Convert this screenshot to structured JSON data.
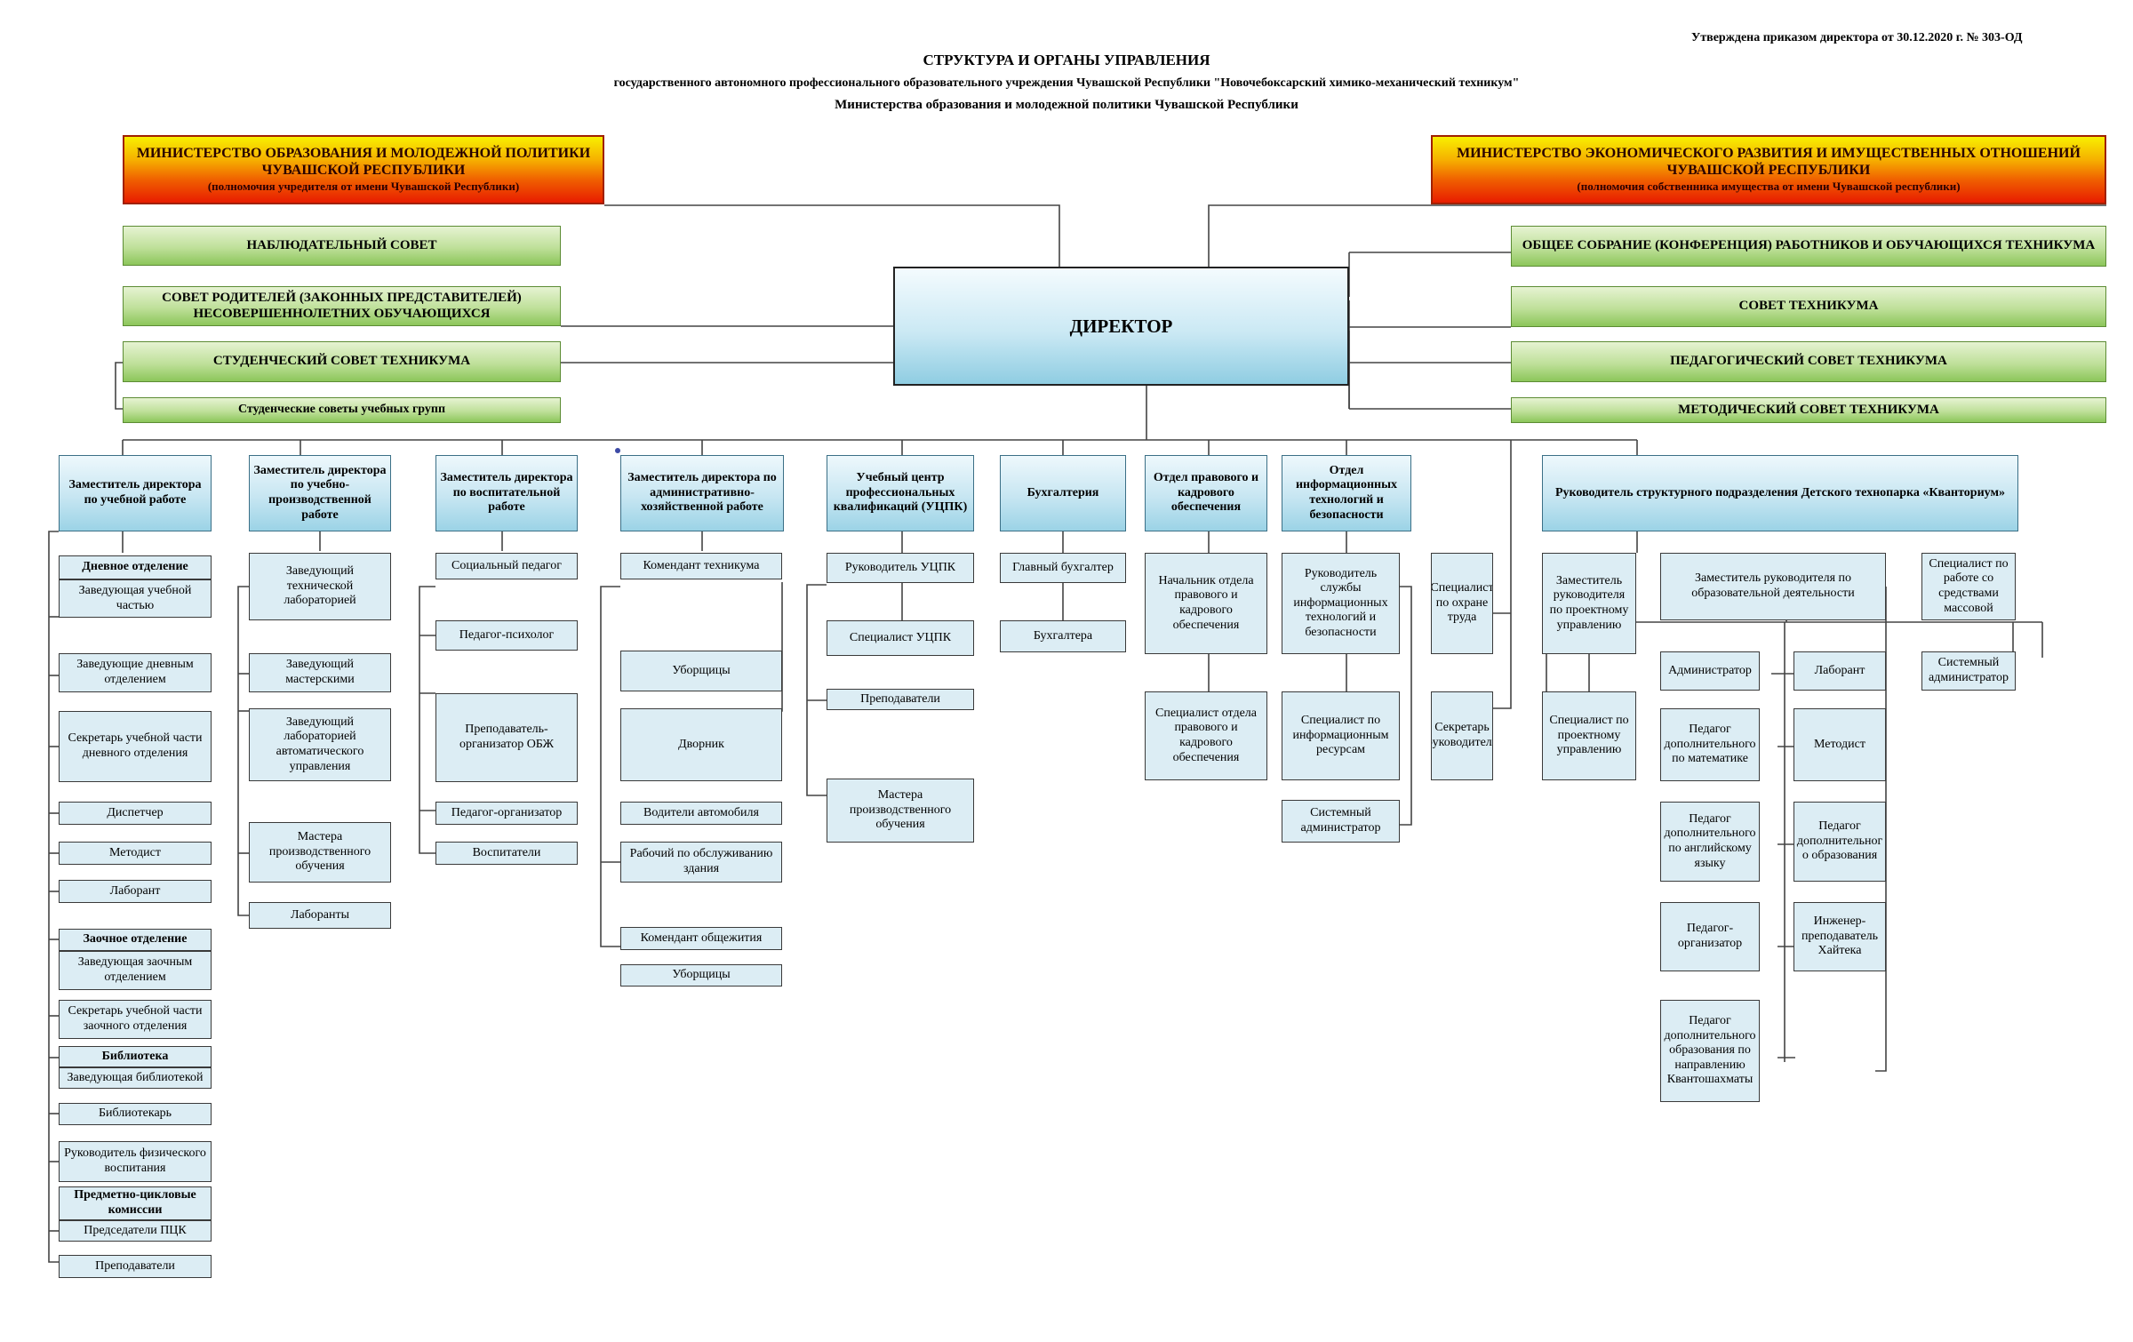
{
  "approval": "Утверждена приказом директора от 30.12.2020 г. № 303-ОД",
  "title": {
    "line1": "СТРУКТУРА И ОРГАНЫ УПРАВЛЕНИЯ",
    "line2": "государственного автономного профессионального образовательного учреждения Чувашской Республики \"Новочебоксарский химико-механический техникум\"",
    "line3": "Министерства образования и молодежной политики Чувашской Республики"
  },
  "founders": {
    "left": {
      "name": "МИНИСТЕРСТВО ОБРАЗОВАНИЯ И МОЛОДЕЖНОЙ ПОЛИТИКИ ЧУВАШСКОЙ РЕСПУБЛИКИ",
      "note": "(полномочия учредителя от имени Чувашской Республики)"
    },
    "right": {
      "name": "МИНИСТЕРСТВО ЭКОНОМИЧЕСКОГО РАЗВИТИЯ И ИМУЩЕСТВЕННЫХ ОТНОШЕНИЙ ЧУВАШСКОЙ РЕСПУБЛИКИ",
      "note": "(полномочия собственника имущества от имени Чувашской республики)"
    }
  },
  "councils": {
    "supervisory": "НАБЛЮДАТЕЛЬНЫЙ СОВЕТ",
    "parents": "СОВЕТ РОДИТЕЛЕЙ (ЗАКОННЫХ ПРЕДСТАВИТЕЛЕЙ) НЕСОВЕРШЕННОЛЕТНИХ ОБУЧАЮЩИХСЯ",
    "student": "СТУДЕНЧЕСКИЙ СОВЕТ ТЕХНИКУМА",
    "student_groups": "Студенческие советы учебных групп",
    "general_meeting": "ОБЩЕЕ СОБРАНИЕ (КОНФЕРЕНЦИЯ) РАБОТНИКОВ И ОБУЧАЮЩИХСЯ ТЕХНИКУМА",
    "technikum": "СОВЕТ ТЕХНИКУМА",
    "pedagogical": "ПЕДАГОГИЧЕСКИЙ СОВЕТ ТЕХНИКУМА",
    "methodical": "МЕТОДИЧЕСКИЙ СОВЕТ ТЕХНИКУМА"
  },
  "director": "ДИРЕКТОР",
  "departments": [
    {
      "head": "Заместитель директора по учебной работе",
      "items": [
        "Дневное отделение",
        "Заведующая учебной частью",
        "Заведующие дневным отделением",
        "Секретарь учебной части дневного отделения",
        "Диспетчер",
        "Методист",
        "Лаборант",
        "Заочное отделение",
        "Заведующая заочным отделением",
        "Секретарь учебной части заочного отделения",
        "Библиотека",
        "Заведующая библиотекой",
        "Библиотекарь",
        "Руководитель физического воспитания",
        "Предметно-цикловые комиссии",
        "Председатели ПЦК",
        "Преподаватели"
      ]
    },
    {
      "head": "Заместитель директора по учебно-производственной работе",
      "items": [
        "Заведующий технической лабораторией",
        "Заведующий мастерскими",
        "Заведующий лабораторией автоматического управления",
        "Мастера производственного обучения",
        "Лаборанты"
      ]
    },
    {
      "head": "Заместитель директора по воспитательной работе",
      "items": [
        "Социальный педагог",
        "Педагог-психолог",
        "Преподаватель-организатор ОБЖ",
        "Педагог-организатор",
        "Воспитатели"
      ]
    },
    {
      "head": "Заместитель директора по административно-хозяйственной работе",
      "items": [
        "Комендант техникума",
        "Уборщицы",
        "Дворник",
        "Водители автомобиля",
        "Рабочий по обслуживанию здания",
        "Комендант общежития",
        "Уборщицы"
      ]
    },
    {
      "head": "Учебный центр профессиональных квалификаций (УЦПК)",
      "items": [
        "Руководитель УЦПК",
        "Специалист УЦПК",
        "Преподаватели",
        "Мастера производственного обучения"
      ]
    },
    {
      "head": "Бухгалтерия",
      "items": [
        "Главный бухгалтер",
        "Бухгалтера"
      ]
    },
    {
      "head": "Отдел правового и кадрового обеспечения",
      "items": [
        "Начальник отдела правового и кадрового обеспечения",
        "Специалист отдела правового и кадрового обеспечения"
      ]
    },
    {
      "head": "Отдел информационных технологий и безопасности",
      "items": [
        "Руководитель службы информационных технологий и безопасности",
        "Специалист по информационным ресурсам",
        "Системный администратор"
      ]
    },
    {
      "head": "",
      "items": [
        "Специалист по охране труда",
        "Секретарь руководителя"
      ]
    },
    {
      "head": "Руководитель структурного подразделения Детского технопарка «Кванториум»",
      "items": [
        "Заместитель руководителя по проектному управлению",
        "Специалист по проектному управлению",
        "Заместитель руководителя по образовательной деятельности",
        "Специалист по работе со средствами массовой",
        "Системный администратор",
        "Администратор",
        "Лаборант",
        "Педагог дополнительного по математике",
        "Методист",
        "Педагог дополнительного по английскому языку",
        "Педагог дополнительног о образования",
        "Педагог-организатор",
        "Инженер-преподаватель Хайтека",
        "Педагог дополнительного образования по направлению Квантошахматы"
      ]
    }
  ]
}
